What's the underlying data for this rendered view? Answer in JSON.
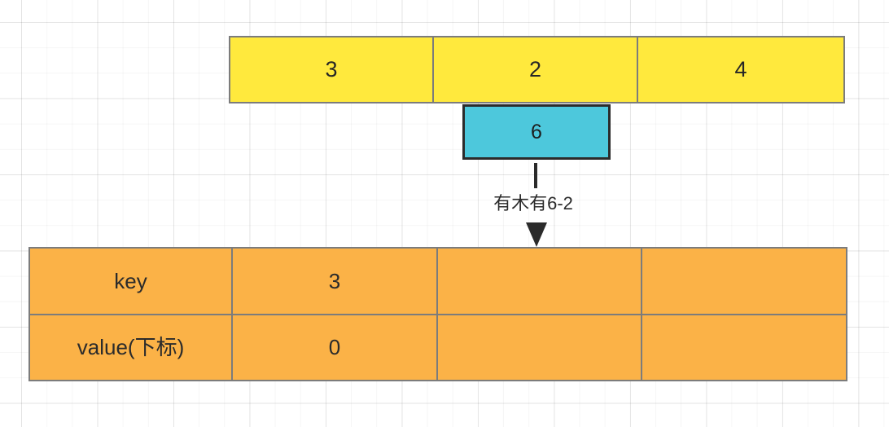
{
  "diagram": {
    "background": {
      "grid_color": "#ebebeb",
      "page_color": "#ffffff"
    },
    "array_row": {
      "fill_color": "#FFE93D",
      "border_color": "#7c7c7c",
      "cells": [
        {
          "value": "3"
        },
        {
          "value": "2"
        },
        {
          "value": "4"
        }
      ]
    },
    "probe_box": {
      "fill_color": "#4DC8DC",
      "border_color": "#2b2b2b",
      "value": "6"
    },
    "connector": {
      "label": "有木有6-2",
      "color": "#2b2b2b",
      "head": "arrowhead-down-icon"
    },
    "map_table": {
      "fill_color": "#FBB247",
      "border_color": "#7c7c7c",
      "rows": [
        {
          "label": "key",
          "cells": [
            "3",
            "",
            ""
          ]
        },
        {
          "label": "value(下标)",
          "cells": [
            "0",
            "",
            ""
          ]
        }
      ]
    }
  }
}
